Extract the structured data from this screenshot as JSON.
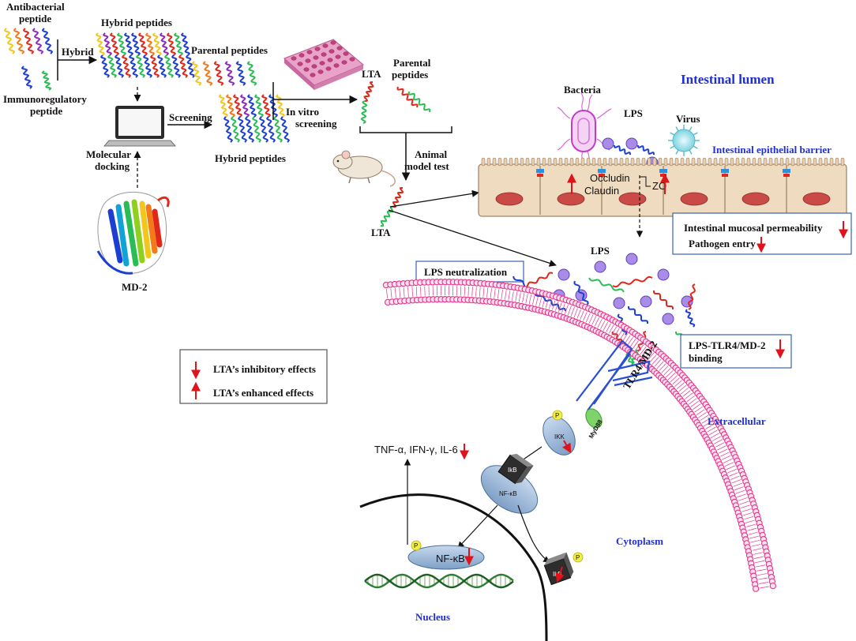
{
  "labels": {
    "antibacterial": [
      "Antibacterial",
      "peptide"
    ],
    "immunoregulatory": [
      "Immunoregulatory",
      "peptide"
    ],
    "hybrid": "Hybrid",
    "hybrid_peptides_top": "Hybrid peptides",
    "parental_peptides": "Parental peptides",
    "screening": "Screening",
    "hybrid_peptides_bottom": "Hybrid peptides",
    "molecular_docking": [
      "Molecular",
      "docking"
    ],
    "md2": "MD-2",
    "lta_top": "LTA",
    "parental_peptides_2": [
      "Parental",
      "peptides"
    ],
    "in_vitro": [
      "In vitro",
      "screening"
    ],
    "animal_model": [
      "Animal",
      "model test"
    ],
    "lta_mid": "LTA",
    "intestinal_lumen": "Intestinal lumen",
    "bacteria": "Bacteria",
    "lps_top": "LPS",
    "virus": "Virus",
    "epithelial_barrier": "Intestinal epithelial barrier",
    "occludin": "Occludin",
    "claudin": "Claudin",
    "zo": "ZO",
    "permeability_box": [
      "Intestinal mucosal permeability",
      "Pathogen entry"
    ],
    "lps_neutralization": "LPS neutralization",
    "lps_mid": "LPS",
    "lps_tlr4_box": [
      "LPS-TLR4/MD-2",
      "binding"
    ],
    "tlr4md2": "TLR4/MD-2",
    "extracellular": "Extracellular",
    "myd88": "MyD88",
    "ikk": "IKK",
    "ikb": "IkB",
    "nfkb": "NF-κB",
    "nfkb_nuc": "NF-κB",
    "ikb2": "IkB",
    "p": "P",
    "cytokines": "TNF-α, IFN-γ, IL-6",
    "cytoplasm": "Cytoplasm",
    "nucleus": "Nucleus",
    "legend_inhibit": "LTA’s inhibitory effects",
    "legend_enhance": "LTA’s enhanced effects"
  },
  "colors": {
    "accent_blue": "#1f2fd6",
    "arrow_red": "#e0121a",
    "membrane": "#e8338a",
    "lps_purple": "#a98be8",
    "cell": "#efdcc0"
  }
}
